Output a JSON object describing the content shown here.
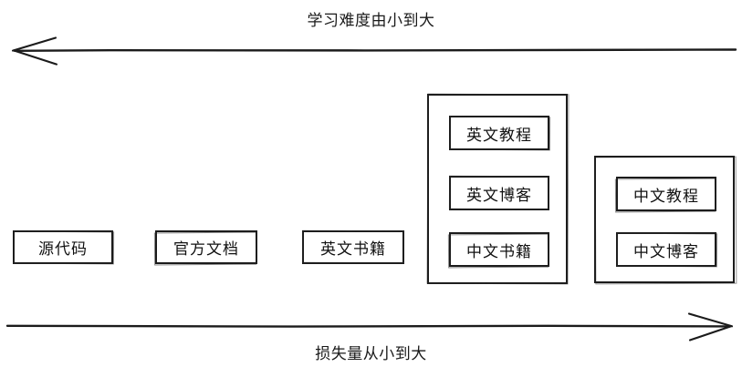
{
  "diagram": {
    "top_axis": {
      "caption": "学习难度由小到大",
      "direction": "left",
      "arrow_name": "difficulty-axis-arrow"
    },
    "bottom_axis": {
      "caption": "损失量从小到大",
      "direction": "right",
      "arrow_name": "information-loss-axis-arrow"
    },
    "colors": {
      "stroke": "#1b1b1b",
      "text": "#111111",
      "background": "#ffffff"
    },
    "columns": [
      {
        "id": "source-code",
        "kind": "single",
        "items": [
          {
            "label": "源代码"
          }
        ]
      },
      {
        "id": "official-docs",
        "kind": "single",
        "items": [
          {
            "label": "官方文档"
          }
        ]
      },
      {
        "id": "english-books",
        "kind": "single",
        "items": [
          {
            "label": "英文书籍"
          }
        ]
      },
      {
        "id": "english-group",
        "kind": "group",
        "items": [
          {
            "label": "英文教程"
          },
          {
            "label": "英文博客"
          },
          {
            "label": "中文书籍"
          }
        ]
      },
      {
        "id": "chinese-group",
        "kind": "group",
        "items": [
          {
            "label": "中文教程"
          },
          {
            "label": "中文博客"
          }
        ]
      }
    ]
  }
}
